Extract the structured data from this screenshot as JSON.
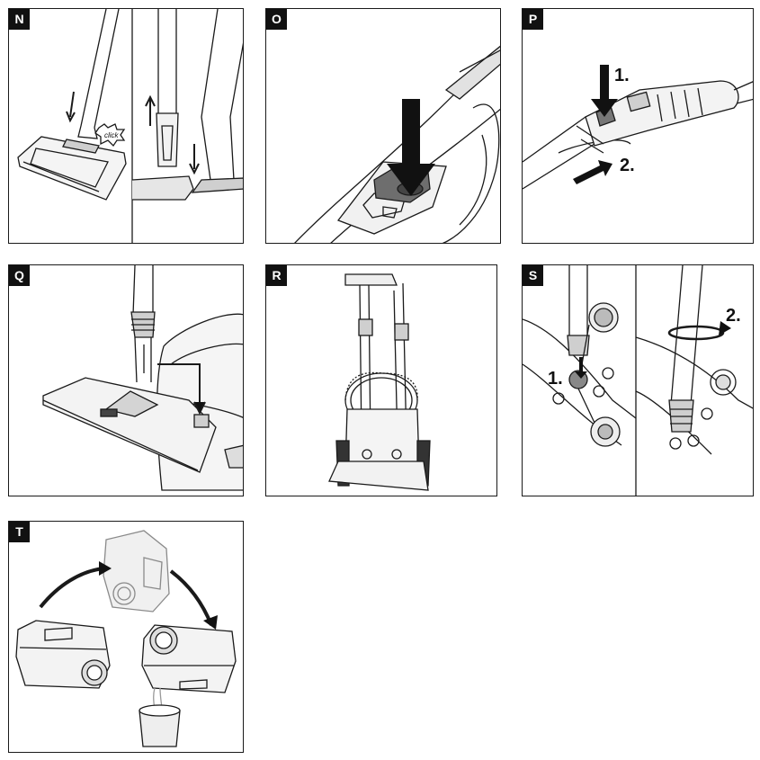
{
  "panels": {
    "n": {
      "label": "N",
      "click_text": "click"
    },
    "o": {
      "label": "O"
    },
    "p": {
      "label": "P",
      "step1": "1.",
      "step2": "2."
    },
    "q": {
      "label": "Q"
    },
    "r": {
      "label": "R"
    },
    "s": {
      "label": "S",
      "step1": "1.",
      "step2": "2."
    },
    "t": {
      "label": "T"
    }
  },
  "colors": {
    "line": "#1a1a1a",
    "shade": "#9a9a9a",
    "light": "#d6d6d6",
    "badge": "#111111"
  }
}
